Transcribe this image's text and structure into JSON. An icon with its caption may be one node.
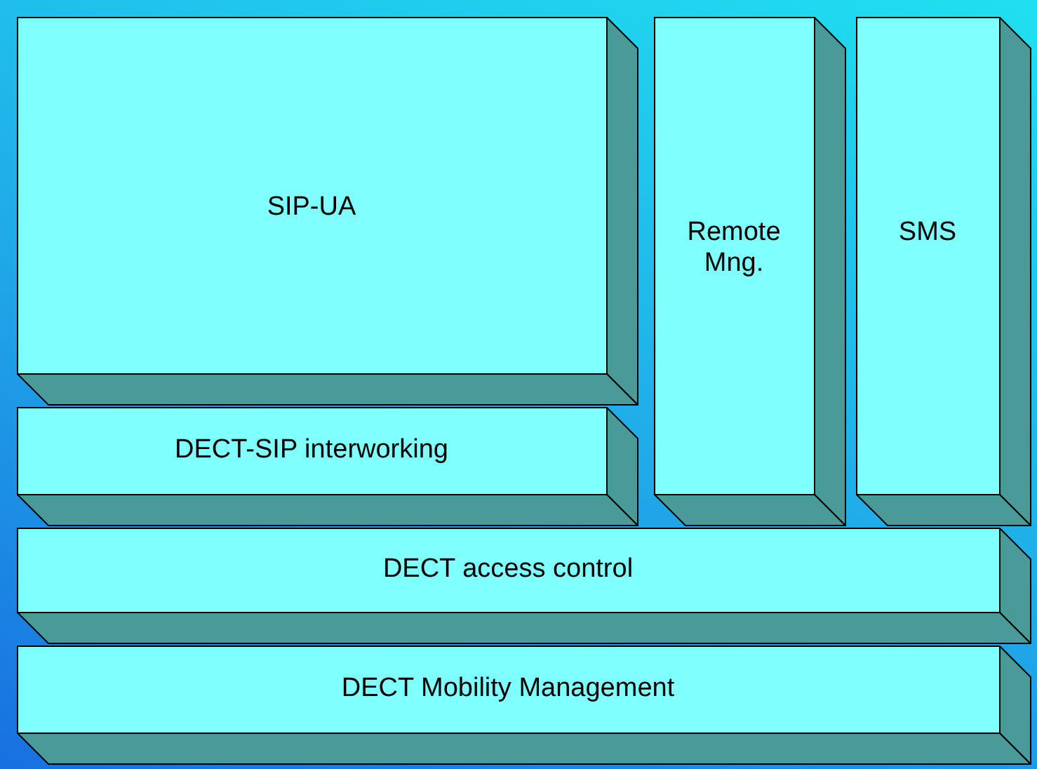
{
  "diagram": {
    "nodes": [
      {
        "text": [
          "SIP-UA"
        ]
      },
      {
        "text": [
          "Remote Mng."
        ]
      },
      {
        "text": [
          "SMS"
        ]
      },
      {
        "text": [
          "DECT-SIP interworking"
        ]
      },
      {
        "text": [
          "DECT access control"
        ]
      },
      {
        "text": [
          "DECT Mobility Management"
        ]
      }
    ]
  }
}
